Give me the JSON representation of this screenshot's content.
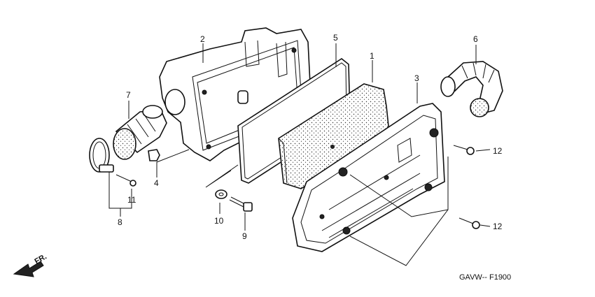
{
  "diagram": {
    "callouts": [
      "1",
      "2",
      "3",
      "4",
      "5",
      "6",
      "7",
      "8",
      "9",
      "10",
      "11",
      "12",
      "12"
    ],
    "direction_label": "FR.",
    "drawing_code": "GAVW-- F1900"
  },
  "parts": [
    {
      "ref": "1",
      "kind": "air-filter-element"
    },
    {
      "ref": "2",
      "kind": "air-cleaner-case"
    },
    {
      "ref": "3",
      "kind": "air-cleaner-cover"
    },
    {
      "ref": "4",
      "kind": "grommet"
    },
    {
      "ref": "5",
      "kind": "gasket"
    },
    {
      "ref": "6",
      "kind": "intake-tube"
    },
    {
      "ref": "7",
      "kind": "connecting-tube"
    },
    {
      "ref": "8",
      "kind": "band-assembly"
    },
    {
      "ref": "9",
      "kind": "flange-bolt"
    },
    {
      "ref": "10",
      "kind": "washer"
    },
    {
      "ref": "11",
      "kind": "screw"
    },
    {
      "ref": "12",
      "kind": "screw"
    }
  ]
}
